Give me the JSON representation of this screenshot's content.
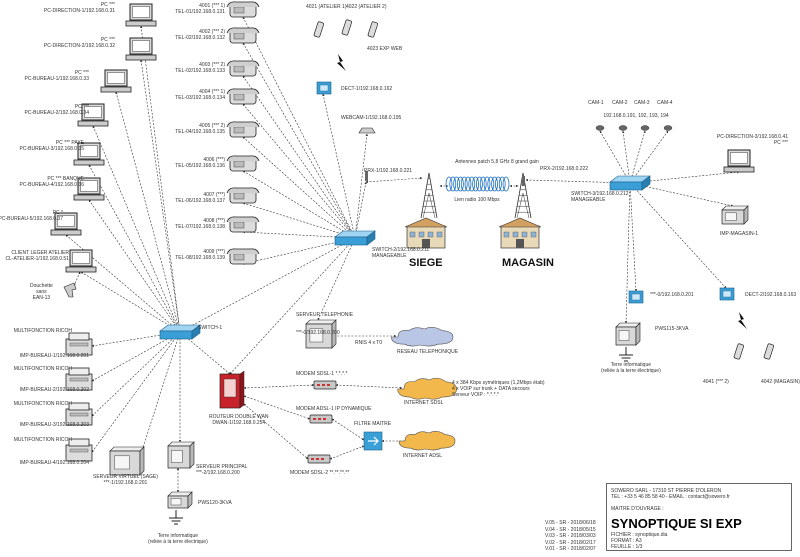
{
  "pcs": [
    {
      "label": "PC ***\nPC-DIRECTION-1/192.168.0.31"
    },
    {
      "label": "PC ***\nPC-DIRECTION-2/192.168.0.32"
    },
    {
      "label": "PC ***\nPC-BUREAU-1/192.168.0.33"
    },
    {
      "label": "PC ***\nPC-BUREAU-2/192.168.0.34"
    },
    {
      "label": "PC *** PAYE\nPC-BUREAU-3/192.168.0.35"
    },
    {
      "label": "PC *** BANQUE\nPC-BUREAU-4/192.168.0.36"
    },
    {
      "label": "PC *\nPC-BUREAU-5/192.168.0.37"
    },
    {
      "label": "CLIENT LEGER ATELIER\nCL-ATELIER-1/192.168.0.51"
    }
  ],
  "douchette": "Douchette\nsans\nEAN-13",
  "phones": [
    {
      "label": "4001 (*** 1)\nTEL-01/192.168.0.131"
    },
    {
      "label": "4002 (*** 2)\nTEL-02/192.168.0.132"
    },
    {
      "label": "4003 (*** 2)\nTEL-02/192.168.0.133"
    },
    {
      "label": "4004 (*** 1)\nTEL-03/192.168.0.134"
    },
    {
      "label": "4005 (*** 2)\nTEL-04/192.168.0.135"
    },
    {
      "label": "4006 (***)\nTEL-05/192.168.0.136"
    },
    {
      "label": "4007 (***)\nTEL-06/192.168.0.137"
    },
    {
      "label": "4008 (***)\nTEL-07/192.168.0.138"
    },
    {
      "label": "4009 (***)\nTEL-08/192.168.0.139"
    }
  ],
  "dect_top": {
    "h1": "4021 (ATELIER 1)",
    "h2": "4022 (ATELIER 2)",
    "h3": "4023 EXP WEB"
  },
  "dect1": "DECT-1/192.168.0.162",
  "webcam": "WEBCAM-1/192.168.0.195",
  "prx1": "PRX-1/192.168.0.221",
  "switch2": "SWITCH-2/192.168.0.211\nMANAGEABLE",
  "antennas": "Antennes patch 5,8 GHz 8 grand gain",
  "radio_link": "Lien radio 100 Mbps",
  "siege": "SIEGE",
  "magasin": "MAGASIN",
  "prx2": "PRX-2/192.168.0.222",
  "switch3": "SWITCH-3/192.168.0.212\nMANAGEABLE",
  "cams": {
    "labels": [
      "CAM-1",
      "CAM-2",
      "CAM-3",
      "CAM-4"
    ],
    "ips": "192.168.0.191, 192, 193, 194"
  },
  "pc_dir3": "PC-DIRECTION-3/192.168.0.41\nPC ***",
  "imp_mag": "IMP-MAGASIN-1",
  "ap_mag": "***-0/192.168.0.201",
  "dect2": "DECT-2/192.168.0.163",
  "pws_mag": "PWS115-3KVA",
  "terre_mag": "Terre informatique\n(reliée à la terre électrique)",
  "dect_mag": {
    "h1": "4041 (*** 2)",
    "h2": "4042 (MAGASIN)"
  },
  "switch1": "SWITCH-1",
  "mfps": [
    {
      "title": "MULTIFONCTION RICOH",
      "label": "IMP-BUREAU-1/192.168.0.201"
    },
    {
      "title": "MULTIFONCTION RICOH",
      "label": "IMP-BUREAU-2/192.168.0.202"
    },
    {
      "title": "MULTIFONCTION RICOH",
      "label": "IMP-BUREAU-3/192.168.0.203"
    },
    {
      "title": "MULTIFONCTION RICOH",
      "label": "IMP-BUREAU-4/192.168.0.204"
    }
  ],
  "pabx": "SERVEUR TELEPHONIE\n\n\n***-0/192.168.0.200",
  "rnis": "RNIS 4 x T0",
  "reseau_tel": "RESEAU TELEPHONIQUE",
  "router": "ROUTEUR DOUBLE WAN\nDWAN-1/192.168.0.254",
  "modem_sdsl": "MODEM SDSL-1 *.*.*.*",
  "sdsl_info": "4 x 384 Kbps symétriques (1,2Mbps étab)\n4 x VOIP sur trunk + DATA secours\nServeur VOIP : *.*.*.*",
  "internet_sdsl": "INTERNET SDSL",
  "modem_adsl": "MODEM ADSL-1 IP DYNAMIQUE",
  "filtre": "FILTRE MAITRE",
  "internet_adsl": "INTERNET ADSL",
  "modem_sdsl2": "MODEM SDSL-2 **.**.**.**",
  "srv_virtuel": "SERVEUR VIRTUEL (SAGE)\n***-1/192.168.0.201",
  "srv_principal": "SERVEUR PRINCIPAL\n***-2/192.168.0.200",
  "pws_siege": "PWS120-3KVA",
  "terre_siege": "Terre informatique\n(reliée à la terre électrique)",
  "titleblock": {
    "company": "SOWERO SARL - 17310 ST PIERRE D'OLERON\nTEL : +33 5 46 85 58 40 - EMAIL : contact@sowero.fr",
    "maitre": "MAITRE D'OUVRAGE :",
    "title": "SYNOPTIQUE SI EXP",
    "meta": "FICHIER : synoptique.dia\nFORMAT : A3\nFEUILLE : 1/3"
  },
  "versions": "V.05 - SR - 2018/06/18\nV.04 - SR - 2018/05/15\nV.03 - SR - 2018/03/03\nV.02 - SR - 2018/02/17\nV.01 - SR - 2018/02/07",
  "colors": {
    "switch": "#3a9fd6",
    "router": "#c8222a",
    "cloud": "#f2b84b",
    "cloud_blue": "#b9c6e6",
    "device": "#cfcfcf"
  }
}
